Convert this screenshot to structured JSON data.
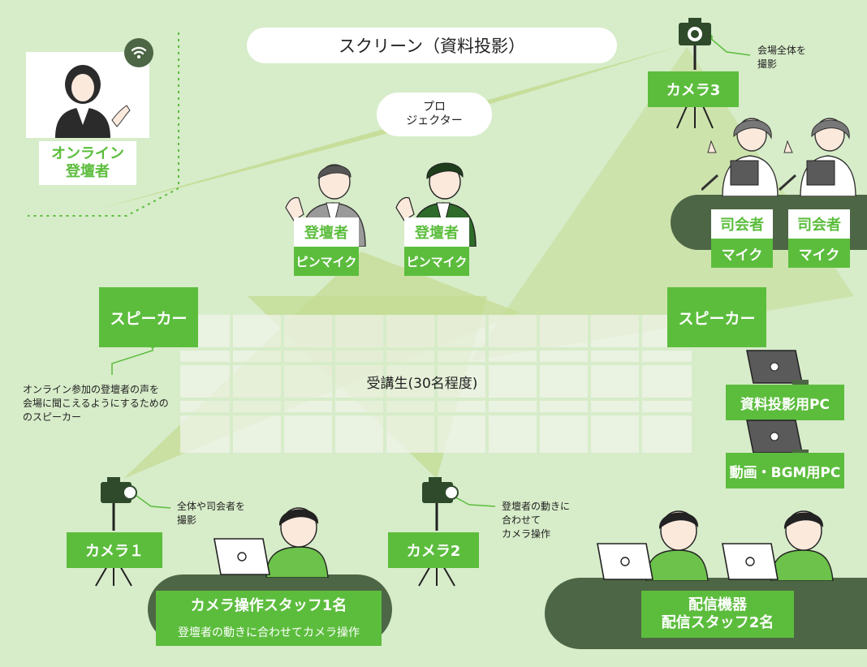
{
  "screen": {
    "label": "スクリーン（資料投影）"
  },
  "projector": {
    "label": "プロ\nジェクター"
  },
  "online_presenter": {
    "label": "オンライン\n登壇者"
  },
  "presenters": [
    {
      "role": "登壇者",
      "mic": "ピンマイク"
    },
    {
      "role": "登壇者",
      "mic": "ピンマイク"
    }
  ],
  "camera3": {
    "label": "カメラ3",
    "note": "会場全体を\n撮影"
  },
  "hosts": [
    {
      "role": "司会者",
      "mic": "マイク"
    },
    {
      "role": "司会者",
      "mic": "マイク"
    }
  ],
  "speaker_left": {
    "label": "スピーカー",
    "note": "オンライン参加の登壇者の声を\n会場に聞こえるようにするための\nのスピーカー"
  },
  "speaker_right": {
    "label": "スピーカー"
  },
  "audience": {
    "label": "受講生(30名程度)"
  },
  "pc_slides": {
    "label": "資料投影用PC"
  },
  "pc_video": {
    "label": "動画・BGM用PC"
  },
  "camera1": {
    "label": "カメラ１",
    "note": "全体や司会者を\n撮影"
  },
  "camera2": {
    "label": "カメラ2",
    "note": "登壇者の動きに\n合わせて\nカメラ操作"
  },
  "camera_staff": {
    "title": "カメラ操作スタッフ1名",
    "subtitle": "登壇者の動きに合わせてカメラ操作"
  },
  "stream": {
    "title": "配信機器\n配信スタッフ2名"
  },
  "colors": {
    "background": "#d7ecc9",
    "accent": "#5cbd3d",
    "dark": "#4d6645",
    "beam": "#c3dc92"
  }
}
